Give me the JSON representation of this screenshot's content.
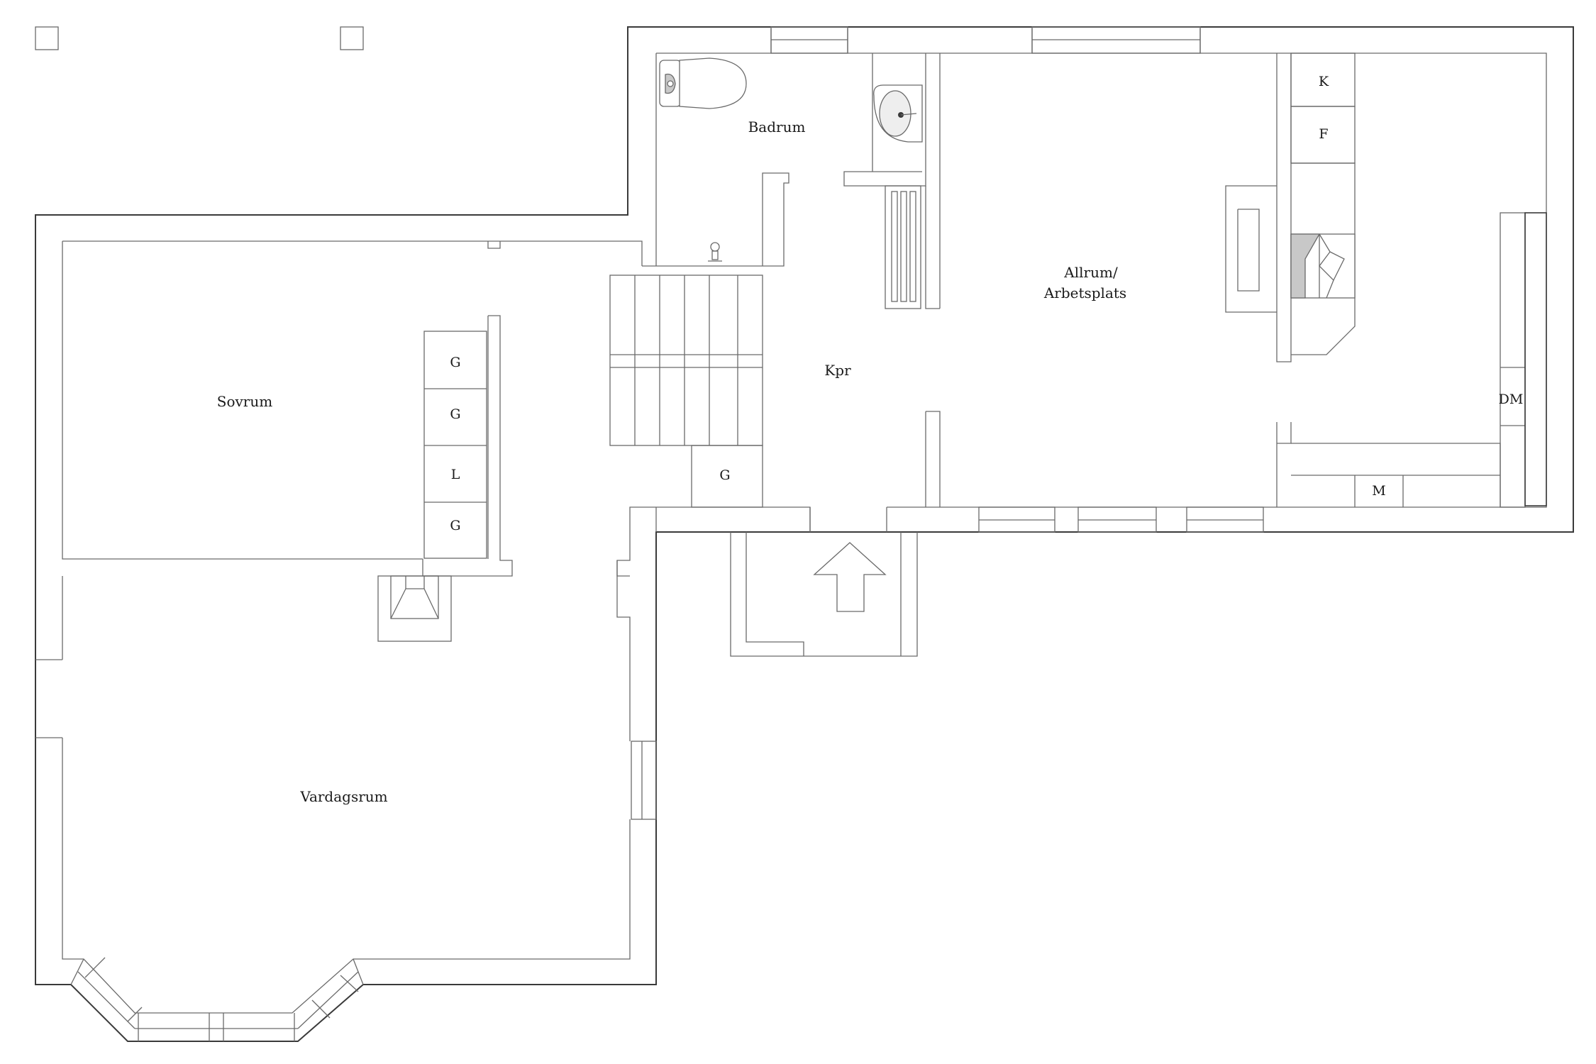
{
  "rooms": {
    "badrum": "Badrum",
    "allrum_line1": "Allrum/",
    "allrum_line2": "Arbetsplats",
    "kpr": "Kpr",
    "sovrum": "Sovrum",
    "vardagsrum": "Vardagsrum"
  },
  "fixtures": {
    "wardrobe_1": "G",
    "wardrobe_2": "G",
    "linen": "L",
    "wardrobe_3": "G",
    "hall_wardrobe": "G",
    "fridge": "K",
    "freezer": "F",
    "dishwasher": "DM",
    "microwave": "M"
  },
  "icons": [
    "entrance-arrow-icon",
    "toilet-icon",
    "sink-icon",
    "radiator-icon",
    "stove-icon",
    "fireplace-icon",
    "compass-marker-icon"
  ]
}
